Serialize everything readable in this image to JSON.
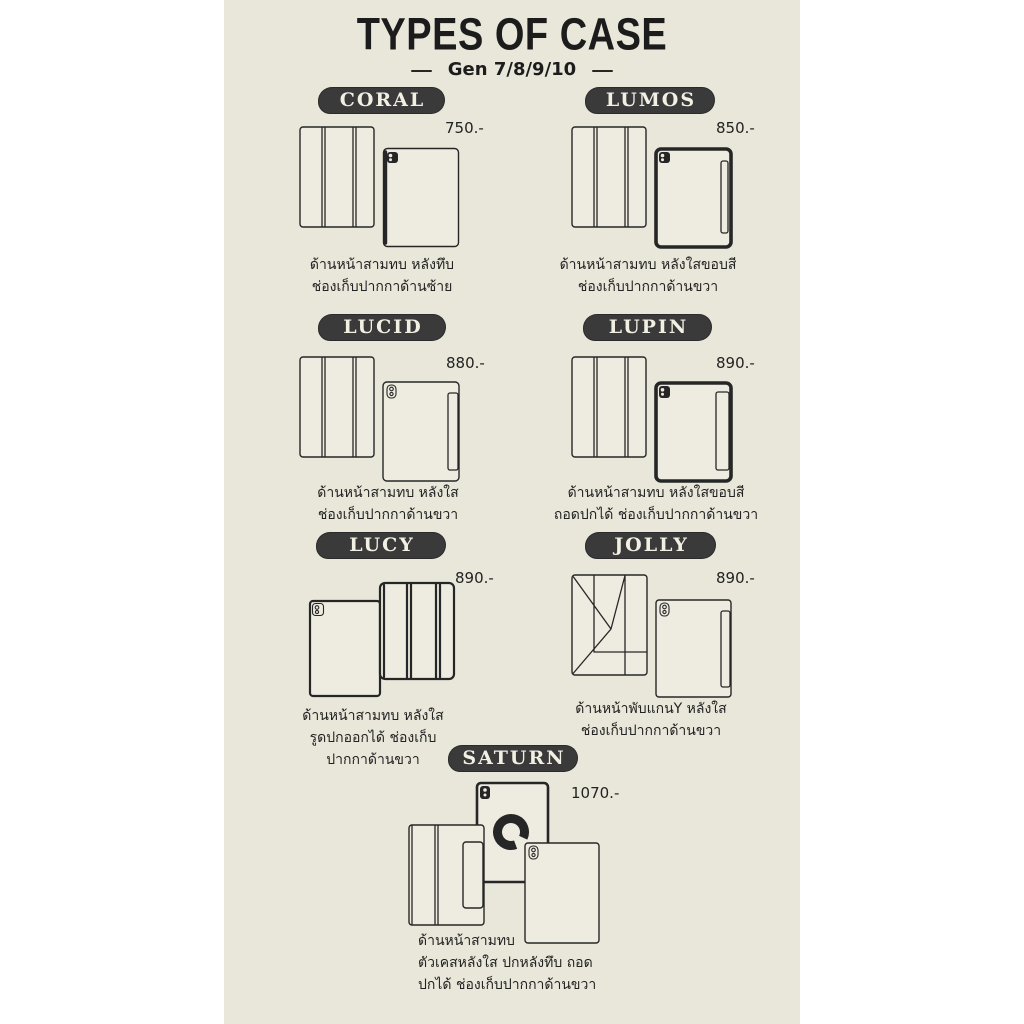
{
  "header": {
    "title": "TYPES OF CASE",
    "subtitle": "Gen 7/8/9/10"
  },
  "cases": [
    {
      "name": "CORAL",
      "price": "750.-",
      "description": [
        "ด้านหน้าสามทบ หลังทึบ",
        "ช่องเก็บปากกาด้านซ้าย"
      ],
      "icons": [
        "tri-fold-cover-icon",
        "solid-back-tablet-icon"
      ]
    },
    {
      "name": "LUMOS",
      "price": "850.-",
      "description": [
        "ด้านหน้าสามทบ หลังใสขอบสี",
        "ช่องเก็บปากกาด้านขวา"
      ],
      "icons": [
        "tri-fold-cover-icon",
        "color-frame-tablet-icon"
      ]
    },
    {
      "name": "LUCID",
      "price": "880.-",
      "description": [
        "ด้านหน้าสามทบ หลังใส",
        "ช่องเก็บปากกาด้านขวา"
      ],
      "icons": [
        "tri-fold-cover-icon",
        "clear-back-tablet-icon"
      ]
    },
    {
      "name": "LUPIN",
      "price": "890.-",
      "description": [
        "ด้านหน้าสามทบ หลังใสขอบสี",
        "ถอดปกได้ ช่องเก็บปากกาด้านขวา"
      ],
      "icons": [
        "tri-fold-cover-icon",
        "color-frame-tablet-icon"
      ]
    },
    {
      "name": "LUCY",
      "price": "890.-",
      "description": [
        "ด้านหน้าสามทบ หลังใส",
        "รูดปกออกได้ ช่องเก็บ",
        "ปากกาด้านขวา"
      ],
      "icons": [
        "clear-back-tablet-icon",
        "slide-off-cover-icon"
      ]
    },
    {
      "name": "JOLLY",
      "price": "890.-",
      "description": [
        "ด้านหน้าพับแกนY หลังใส",
        "ช่องเก็บปากกาด้านขวา"
      ],
      "icons": [
        "y-fold-cover-icon",
        "clear-back-tablet-icon"
      ]
    },
    {
      "name": "SATURN",
      "price": "1070.-",
      "description": [
        "ด้านหน้าสามทบ",
        "ตัวเคสหลังใส ปกหลังทึบ ถอด",
        "ปกได้ ช่องเก็บปากกาด้านขวา"
      ],
      "icons": [
        "detachable-cover-icon",
        "ring-back-tablet-icon",
        "clear-back-tablet-icon"
      ]
    }
  ],
  "colors": {
    "page": "#ffffff",
    "panel": "#e9e7da",
    "ink": "#262626",
    "badge": "#3a3a3a",
    "badge_text": "#f2efe3",
    "shape_fill": "#eeece0"
  }
}
